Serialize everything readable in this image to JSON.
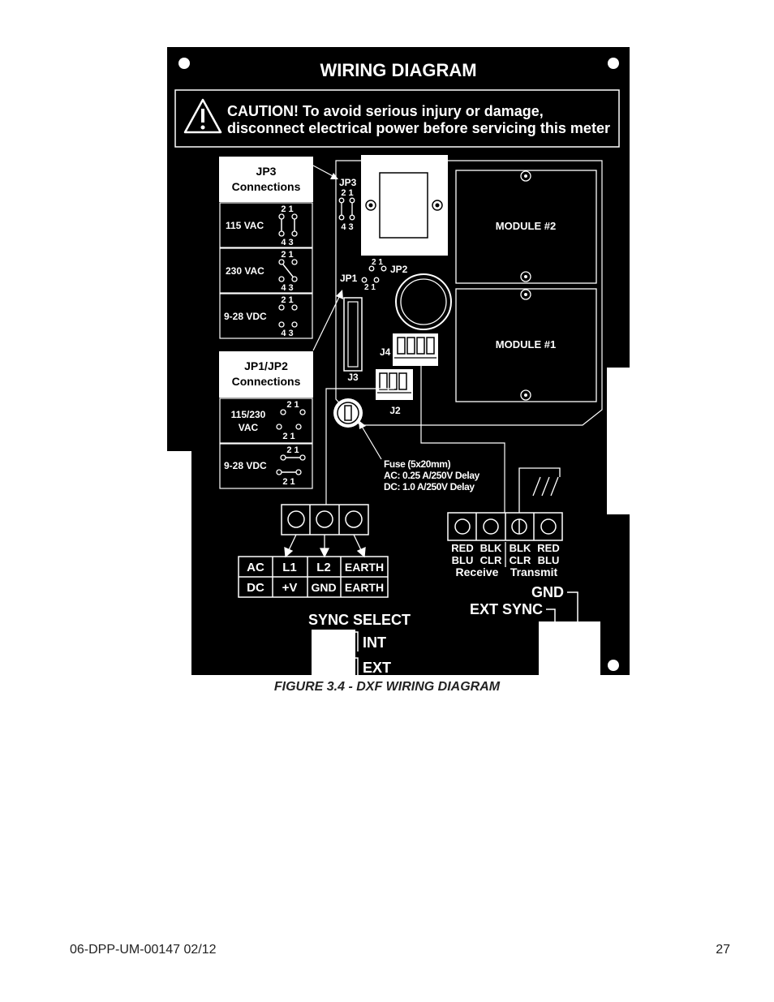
{
  "panel": {
    "title": "WIRING DIAGRAM",
    "caution_line1": "CAUTION!   To avoid serious injury or damage,",
    "caution_line2": "disconnect electrical power before servicing this meter"
  },
  "jp3_table": {
    "header_line1": "JP3",
    "header_line2": "Connections",
    "rows": [
      {
        "label": "115 VAC",
        "pins_top": "2  1",
        "pins_bottom": "4  3"
      },
      {
        "label": "230 VAC",
        "pins_top": "2  1",
        "pins_bottom": "4  3"
      },
      {
        "label": "9-28 VDC",
        "pins_top": "2  1",
        "pins_bottom": "4  3"
      }
    ]
  },
  "jp12_table": {
    "header_line1": "JP1/JP2",
    "header_line2": "Connections",
    "rows": [
      {
        "label_line1": "115/230",
        "label_line2": "VAC",
        "pins_top": "2   1",
        "pins_bottom": "2   1"
      },
      {
        "label_line1": "9-28 VDC",
        "label_line2": "",
        "pins_top": "2   1",
        "pins_bottom": "2   1"
      }
    ]
  },
  "board": {
    "jp3_label": "JP3",
    "jp3_pins_top": "2 1",
    "jp3_pins_bottom": "4 3",
    "jp2_label": "JP2",
    "jp2_pins": "2  1",
    "jp1_label": "JP1",
    "jp1_pins": "2  1",
    "j2": "J2",
    "j3": "J3",
    "j4": "J4",
    "module2": "MODULE #2",
    "module1": "MODULE #1",
    "fuse_line1": "Fuse (5x20mm)",
    "fuse_line2": "AC: 0.25 A/250V Delay",
    "fuse_line3": "DC: 1.0 A/250V Delay"
  },
  "power_table": {
    "ac_row": [
      "AC",
      "L1",
      "L2",
      "EARTH"
    ],
    "dc_row": [
      "DC",
      "+V",
      "GND",
      "EARTH"
    ]
  },
  "comm_terminals": {
    "col1_line1": "RED",
    "col1_line2": "BLU",
    "col2_line1": "BLK",
    "col2_line2": "CLR",
    "col3_line1": "BLK",
    "col3_line2": "CLR",
    "col4_line1": "RED",
    "col4_line2": "BLU",
    "receive": "Receive",
    "transmit": "Transmit"
  },
  "sync": {
    "gnd": "GND",
    "ext_sync": "EXT SYNC",
    "sync_select": "SYNC SELECT",
    "int": "INT",
    "ext": "EXT"
  },
  "caption": "FIGURE 3.4 - DXF WIRING DIAGRAM",
  "footer": {
    "doc_id": "06-DPP-UM-00147  02/12",
    "page_number": "27"
  }
}
